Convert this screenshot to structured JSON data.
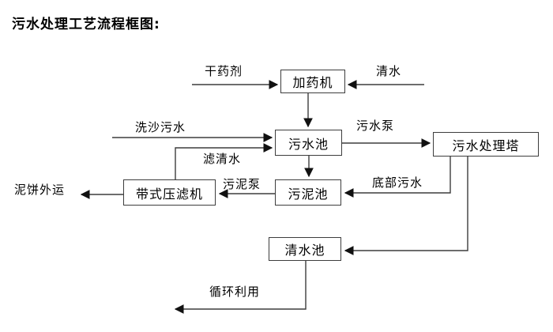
{
  "title": "污水处理工艺流程框图:",
  "nodes": {
    "dosing_machine": "加药机",
    "sewage_pool": "污水池",
    "treatment_tower": "污水处理塔",
    "belt_filter_press": "带式压滤机",
    "sludge_pool": "污泥池",
    "clean_water_pool": "清水池"
  },
  "flow_labels": {
    "dry_agent": "干药剂",
    "clean_water": "清水",
    "sand_washing_sewage": "洗沙污水",
    "sewage_pump": "污水泵",
    "filtered_water": "滤清水",
    "sludge_pump": "污泥泵",
    "bottom_sewage": "底部污水",
    "mud_cake_out": "泥饼外运",
    "recycle_use": "循环利用"
  },
  "colors": {
    "line": "#3d3d3d",
    "arrowhead": "#111111",
    "text": "#000000",
    "background": "#ffffff"
  }
}
